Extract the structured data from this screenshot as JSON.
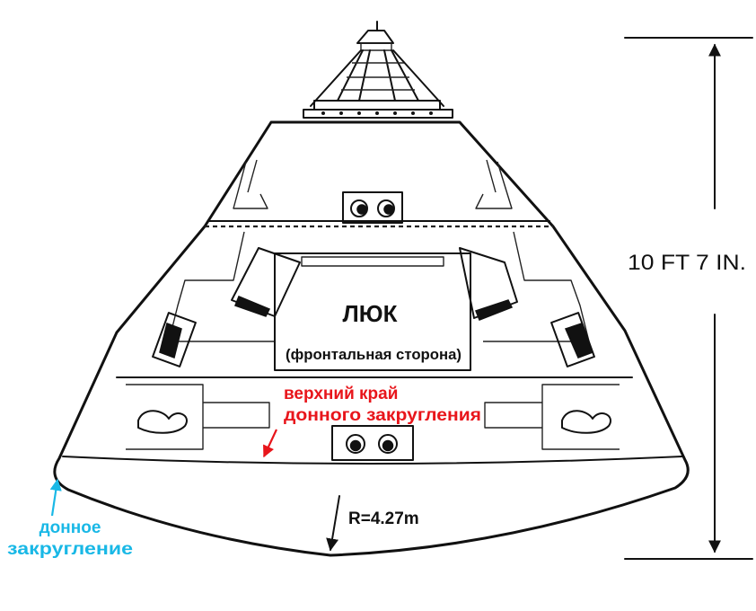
{
  "colors": {
    "line": "#111111",
    "red_annotation": "#e8151b",
    "cyan_annotation": "#19b8e6",
    "background": "#ffffff"
  },
  "labels": {
    "hatch_title": "ЛЮК",
    "hatch_subtitle": "(фронтальная сторона)",
    "upper_edge_line1": "верхний край",
    "upper_edge_line2": "донного закругления",
    "bottom_curve_line1": "донное",
    "bottom_curve_line2": "закругление",
    "radius": "R=4.27m",
    "height_dimension": "10 FT 7 IN."
  }
}
